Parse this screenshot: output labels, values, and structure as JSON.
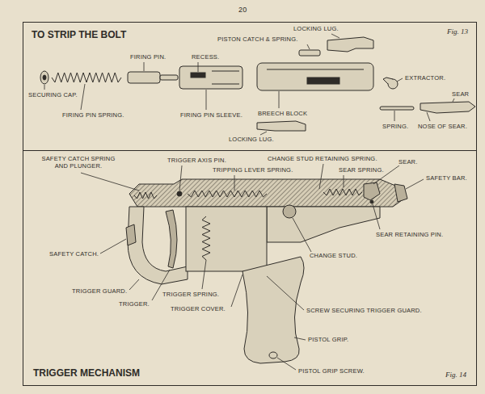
{
  "diagram": {
    "nodes": [
      {
        "text": [
          "TO STRIP THE BOLT",
          "Fig. 13"
        ]
      },
      {
        "text": [
          "TRIGGER MECHANISM",
          "Fig. 14"
        ]
      }
    ],
    "labels": [
      "20",
      "LOCKING LUG.",
      "PISTON CATCH & SPRING.",
      "FIRING PIN.",
      "RECESS.",
      "EXTRACTOR.",
      "SECURING CAP.",
      "SEAR",
      "FIRING PIN SPRING.",
      "FIRING PIN SLEEVE.",
      "BREECH BLOCK",
      "SPRING.",
      "NOSE OF SEAR.",
      "LOCKING LUG.",
      "SAFETY CATCH SPRING AND PLUNGER.",
      "TRIGGER AXIS PIN.",
      "CHANGE STUD RETAINING SPRING.",
      "SEAR.",
      "TRIPPING LEVER SPRING.",
      "SEAR SPRING.",
      "SAFETY BAR.",
      "SEAR RETAINING PIN.",
      "SAFETY CATCH.",
      "CHANGE STUD.",
      "TRIGGER GUARD.",
      "TRIGGER SPRING.",
      "TRIGGER.",
      "TRIGGER COVER.",
      "SCREW SECURING TRIGGER GUARD.",
      "PISTOL GRIP.",
      "PISTOL GRIP SCREW."
    ]
  }
}
